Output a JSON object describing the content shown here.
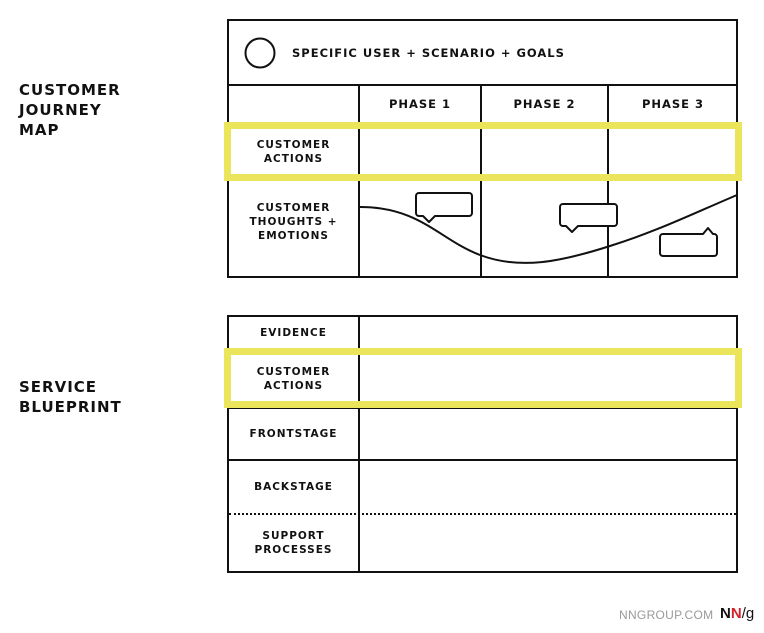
{
  "journey_map": {
    "section_title": [
      "CUSTOMER",
      "JOURNEY",
      "MAP"
    ],
    "persona_icon": "circle-icon",
    "header": "SPECIFIC USER + SCENARIO + GOALS",
    "phases": [
      "PHASE 1",
      "PHASE 2",
      "PHASE 3"
    ],
    "rows": [
      {
        "label": [
          "CUSTOMER",
          "ACTIONS"
        ],
        "highlighted": true
      },
      {
        "label": [
          "CUSTOMER",
          "THOUGHTS +",
          "EMOTIONS"
        ],
        "highlighted": false
      }
    ],
    "emotion_curve_icon": "emotion-curve",
    "speech_bubble_count": 3
  },
  "service_blueprint": {
    "section_title": [
      "SERVICE",
      "BLUEPRINT"
    ],
    "rows": [
      {
        "label": [
          "EVIDENCE"
        ],
        "highlighted": false
      },
      {
        "label": [
          "CUSTOMER",
          "ACTIONS"
        ],
        "highlighted": true
      },
      {
        "label": [
          "FRONTSTAGE"
        ],
        "highlighted": false
      },
      {
        "label": [
          "BACKSTAGE"
        ],
        "highlighted": false
      },
      {
        "label": [
          "SUPPORT",
          "PROCESSES"
        ],
        "highlighted": false
      }
    ]
  },
  "footer": {
    "url": "NNGROUP.COM",
    "logo": {
      "n1": "N",
      "n2": "N",
      "slash_g": "/g"
    }
  },
  "colors": {
    "highlight": "#eae55a",
    "line": "#111111",
    "logo_red": "#d4202a",
    "footer_gray": "#9a9a9a"
  }
}
